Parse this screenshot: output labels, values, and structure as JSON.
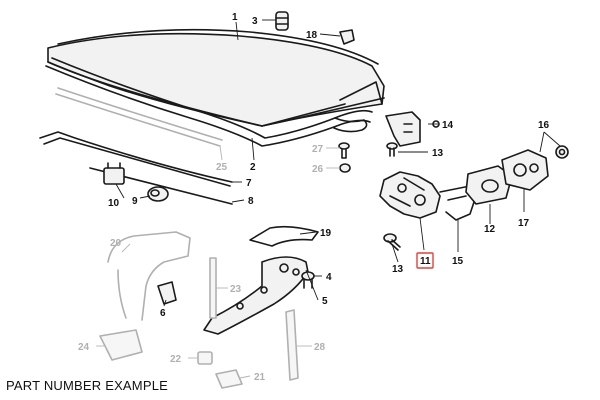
{
  "caption": "PART NUMBER EXAMPLE",
  "colors": {
    "ink": "#1a1a1a",
    "ghost": "#b0b0b0",
    "highlight": "#e0413a"
  },
  "callouts": {
    "c1": "1",
    "c2": "2",
    "c3": "3",
    "c4": "4",
    "c5": "5",
    "c6": "6",
    "c7": "7",
    "c8": "8",
    "c9": "9",
    "c10": "10",
    "c11": "11",
    "c12": "12",
    "c13a": "13",
    "c13b": "13",
    "c14": "14",
    "c15": "15",
    "c16": "16",
    "c17": "17",
    "c18": "18",
    "c19": "19",
    "c20": "20",
    "c21": "21",
    "c22": "22",
    "c23": "23",
    "c24": "24",
    "c25": "25",
    "c26": "26",
    "c27": "27",
    "c28": "28"
  },
  "highlighted_part": "11"
}
